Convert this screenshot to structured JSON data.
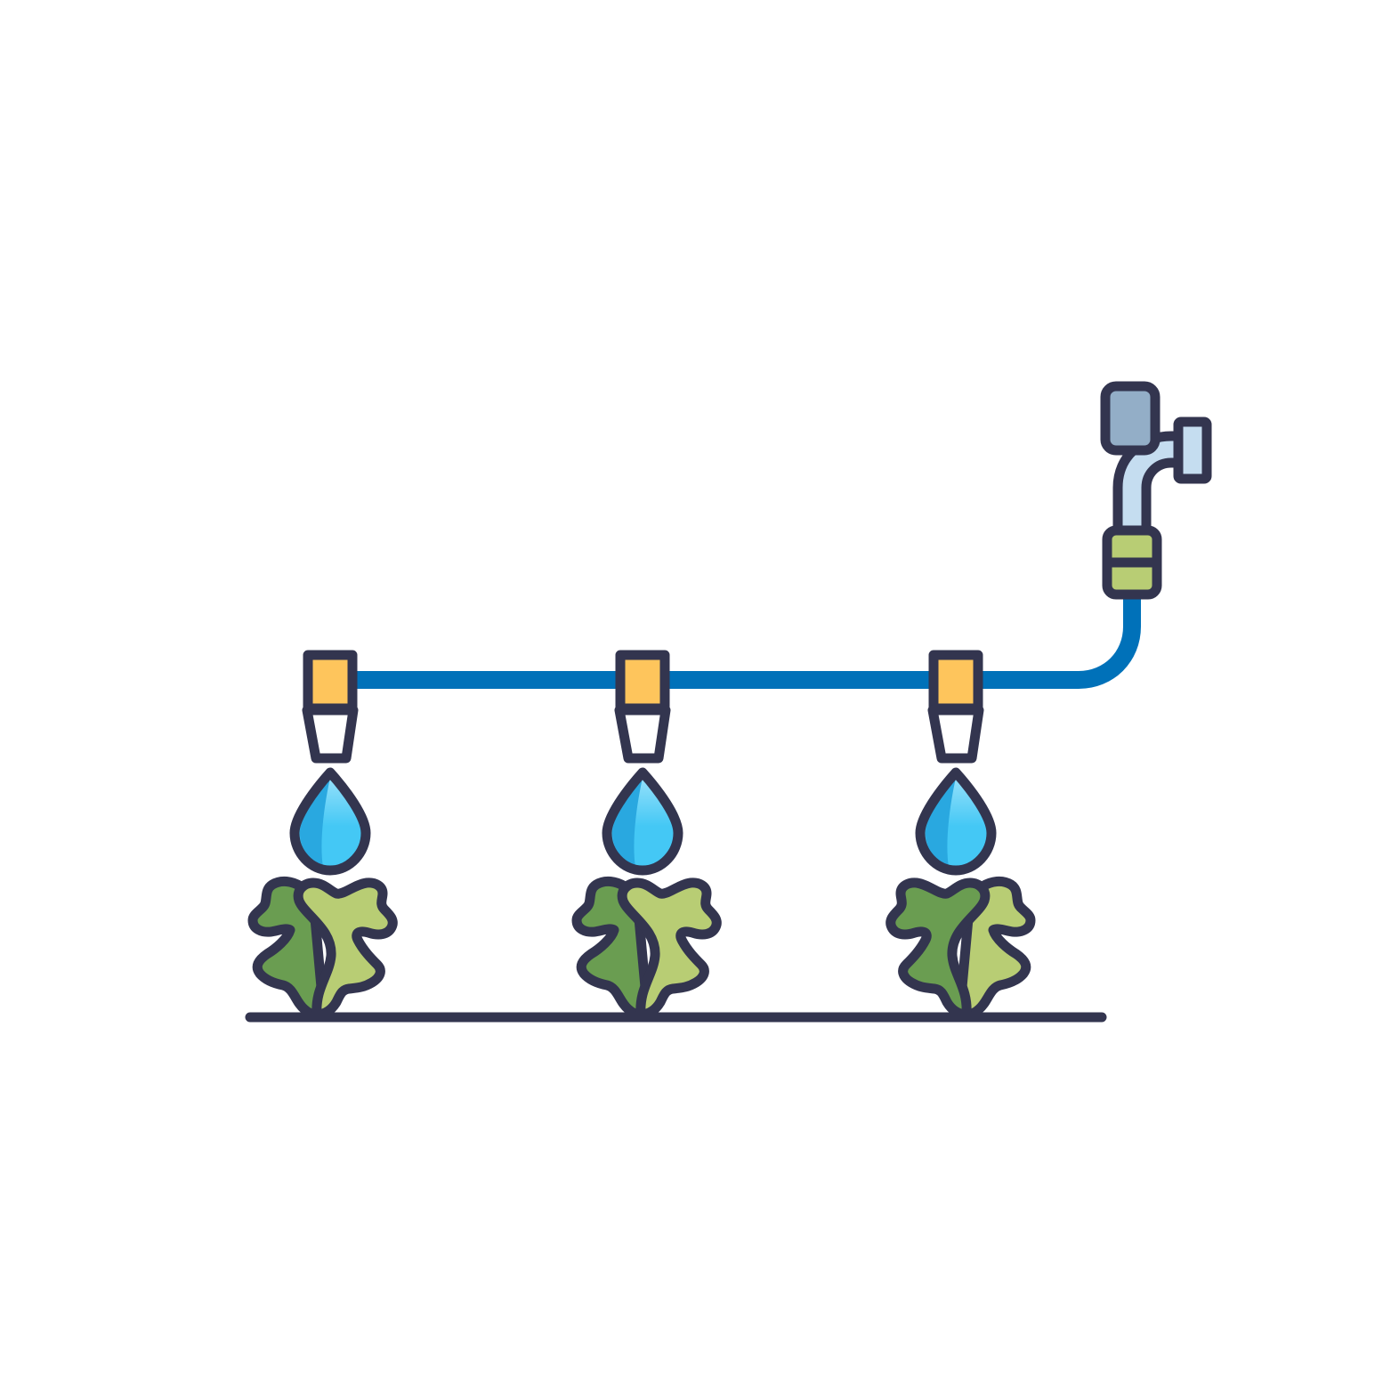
{
  "illustration": {
    "subject": "drip-irrigation-system",
    "emitter_count": 3,
    "plant_count": 3,
    "droplet_count": 3,
    "colors": {
      "outline": "#33354f",
      "pipe": "#0071b9",
      "emitter_cap": "#fec55c",
      "emitter_nozzle": "#ffffff",
      "droplet_light": "#44c8f5",
      "droplet_dark": "#29a8e0",
      "leaf_dark": "#6a9d51",
      "leaf_light": "#b8cd74",
      "faucet_body": "#c5ddf0",
      "faucet_handle": "#93aec7",
      "hose_connector": "#b8cd74",
      "background": "#ffffff"
    }
  }
}
